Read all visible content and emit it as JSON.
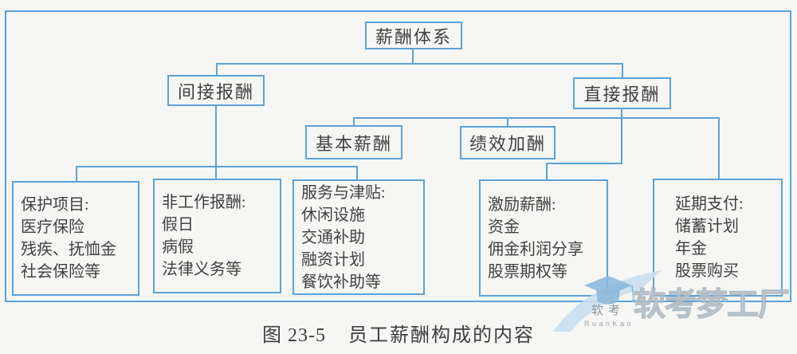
{
  "figure": {
    "caption_number": "图 23-5",
    "caption_title": "员工薪酬构成的内容"
  },
  "diagram": {
    "root": {
      "label": "薪酬体系"
    },
    "level2": [
      {
        "label": "间接报酬"
      },
      {
        "label": "直接报酬"
      }
    ],
    "level3": [
      {
        "label": "基本薪酬"
      },
      {
        "label": "绩效加酬"
      }
    ],
    "leaves": [
      {
        "title": "保护项目:",
        "items": [
          "医疗保险",
          "残疾、抚恤金",
          "社会保险等"
        ]
      },
      {
        "title": "非工作报酬:",
        "items": [
          "假日",
          "病假",
          "法律义务等"
        ]
      },
      {
        "title": "服务与津贴:",
        "items": [
          "休闲设施",
          "交通补助",
          "融资计划",
          "餐饮补助等"
        ]
      },
      {
        "title": "激励薪酬:",
        "items": [
          "资金",
          "佣金利润分享",
          "股票期权等"
        ]
      },
      {
        "title": "延期支付:",
        "items": [
          "储蓄计划",
          "年金",
          "股票购买"
        ]
      }
    ]
  },
  "watermark": {
    "brand_cn": "软考",
    "brand_en": "RuanKao",
    "brand_large": "软考梦工厂"
  },
  "colors": {
    "line_blue": "#5ba3d9",
    "text_dark": "#414141",
    "watermark_blue": "#9cc3e2",
    "watermark_gray": "#aab6bf",
    "background": "#f6f6f4"
  }
}
